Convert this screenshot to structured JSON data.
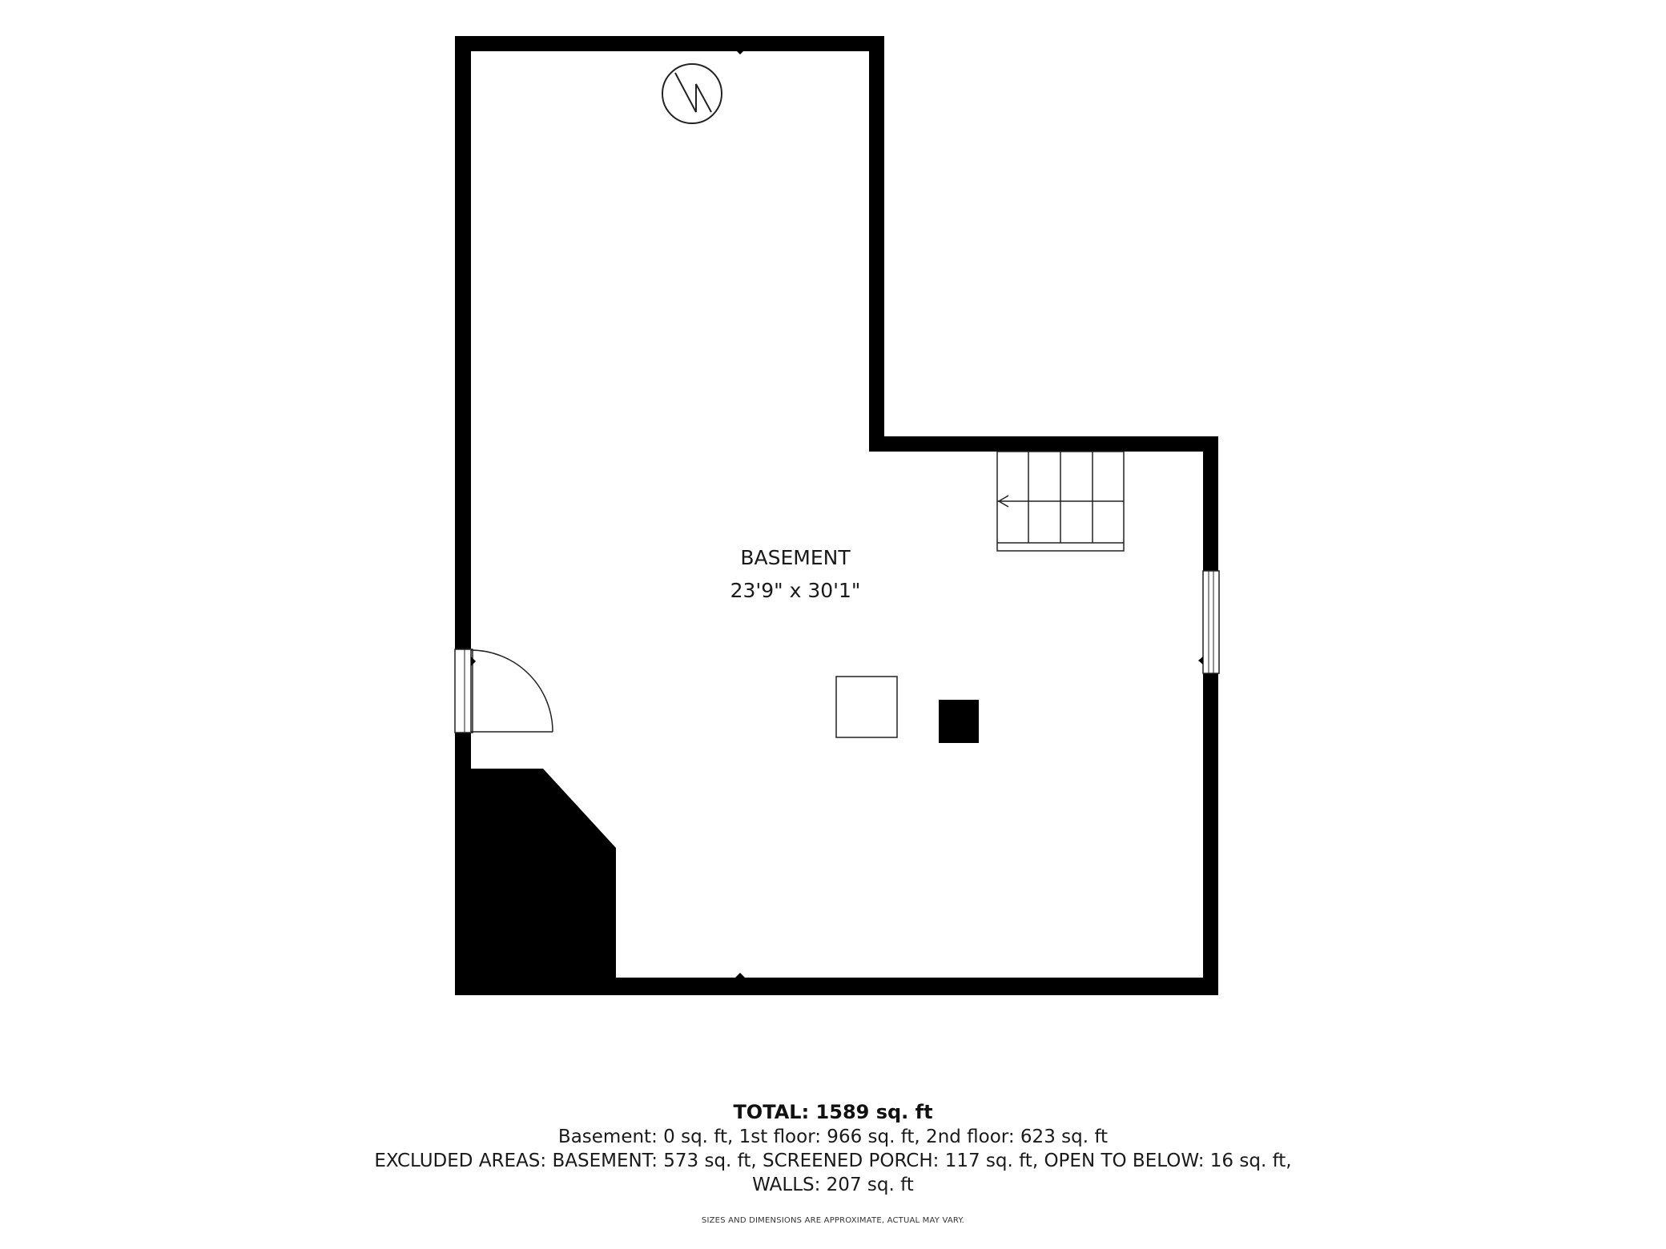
{
  "room": {
    "name": "BASEMENT",
    "dimensions": "23'9\" x 30'1\""
  },
  "summary": {
    "total_label": "TOTAL:",
    "total_value": "1589 sq. ft",
    "floors_line": "Basement: 0 sq. ft, 1st floor: 966 sq. ft, 2nd floor: 623 sq. ft",
    "excluded_line1": "EXCLUDED AREAS: BASEMENT: 573 sq. ft, SCREENED PORCH: 117 sq. ft, OPEN TO BELOW: 16 sq. ft,",
    "excluded_line2": "WALLS: 207 sq. ft"
  },
  "disclaimer": "SIZES AND DIMENSIONS ARE APPROXIMATE, ACTUAL MAY VARY.",
  "colors": {
    "wall": "#000000",
    "background": "#ffffff",
    "line": "#222222"
  },
  "icons": [
    "water-heater-icon",
    "stairs-icon",
    "door-swing-icon",
    "window-icon",
    "support-post-icon"
  ]
}
